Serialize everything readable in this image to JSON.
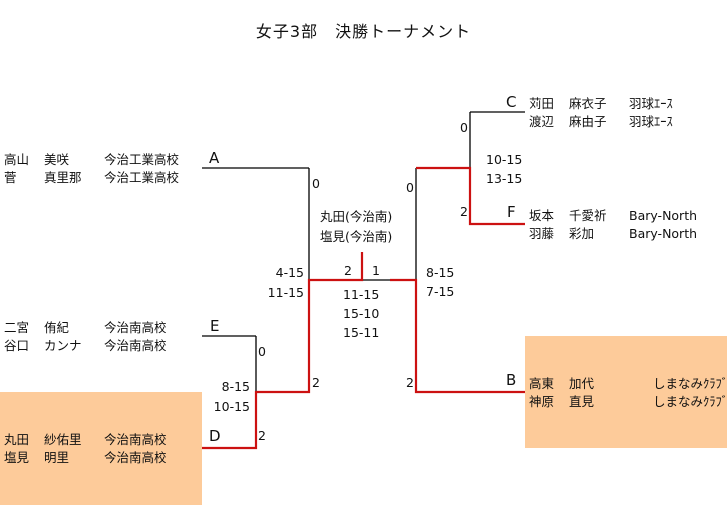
{
  "title": "女子3部　決勝トーナメント",
  "colors": {
    "winner_line": "#cc1111",
    "line": "#000000",
    "highlight_box": "#fdcb9a"
  },
  "teams": {
    "A": {
      "letter": "A",
      "players": [
        {
          "surname": "高山",
          "given": "美咲",
          "club": "今治工業高校"
        },
        {
          "surname": "菅",
          "given": "真里那",
          "club": "今治工業高校"
        }
      ]
    },
    "E": {
      "letter": "E",
      "players": [
        {
          "surname": "二宮",
          "given": "侑紀",
          "club": "今治南高校"
        },
        {
          "surname": "谷口",
          "given": "カンナ",
          "club": "今治南高校"
        }
      ]
    },
    "D": {
      "letter": "D",
      "players": [
        {
          "surname": "丸田",
          "given": "紗佑里",
          "club": "今治南高校"
        },
        {
          "surname": "塩見",
          "given": "明里",
          "club": "今治南高校"
        }
      ]
    },
    "C": {
      "letter": "C",
      "players": [
        {
          "surname": "苅田",
          "given": "麻衣子",
          "club": "羽球ｴｰｽ"
        },
        {
          "surname": "渡辺",
          "given": "麻由子",
          "club": "羽球ｴｰｽ"
        }
      ]
    },
    "F": {
      "letter": "F",
      "players": [
        {
          "surname": "坂本",
          "given": "千愛祈",
          "club": "Bary-North"
        },
        {
          "surname": "羽藤",
          "given": "彩加",
          "club": "Bary-North"
        }
      ]
    },
    "B": {
      "letter": "B",
      "players": [
        {
          "surname": "高東",
          "given": "加代",
          "club": "しまなみｸﾗﾌﾞ"
        },
        {
          "surname": "神原",
          "given": "直見",
          "club": "しまなみｸﾗﾌﾞ"
        }
      ]
    }
  },
  "matches": {
    "E_vs_D": {
      "points_top": "0",
      "points_bottom": "2",
      "scores": [
        "8-15",
        "10-15"
      ]
    },
    "A_vs_ED": {
      "points_top": "0",
      "points_bottom": "2",
      "scores": [
        "4-15",
        "11-15"
      ]
    },
    "C_vs_F": {
      "points_top": "0",
      "points_bottom": "2",
      "scores": [
        "10-15",
        "13-15"
      ]
    },
    "CF_vs_B": {
      "points_top": "0",
      "points_bottom": "2",
      "scores": [
        "8-15",
        "7-15"
      ]
    },
    "final": {
      "points_left": "2",
      "points_right": "1",
      "scores": [
        "11-15",
        "15-10",
        "15-11"
      ],
      "champion": [
        "丸田(今治南)",
        "塩見(今治南)"
      ]
    }
  }
}
